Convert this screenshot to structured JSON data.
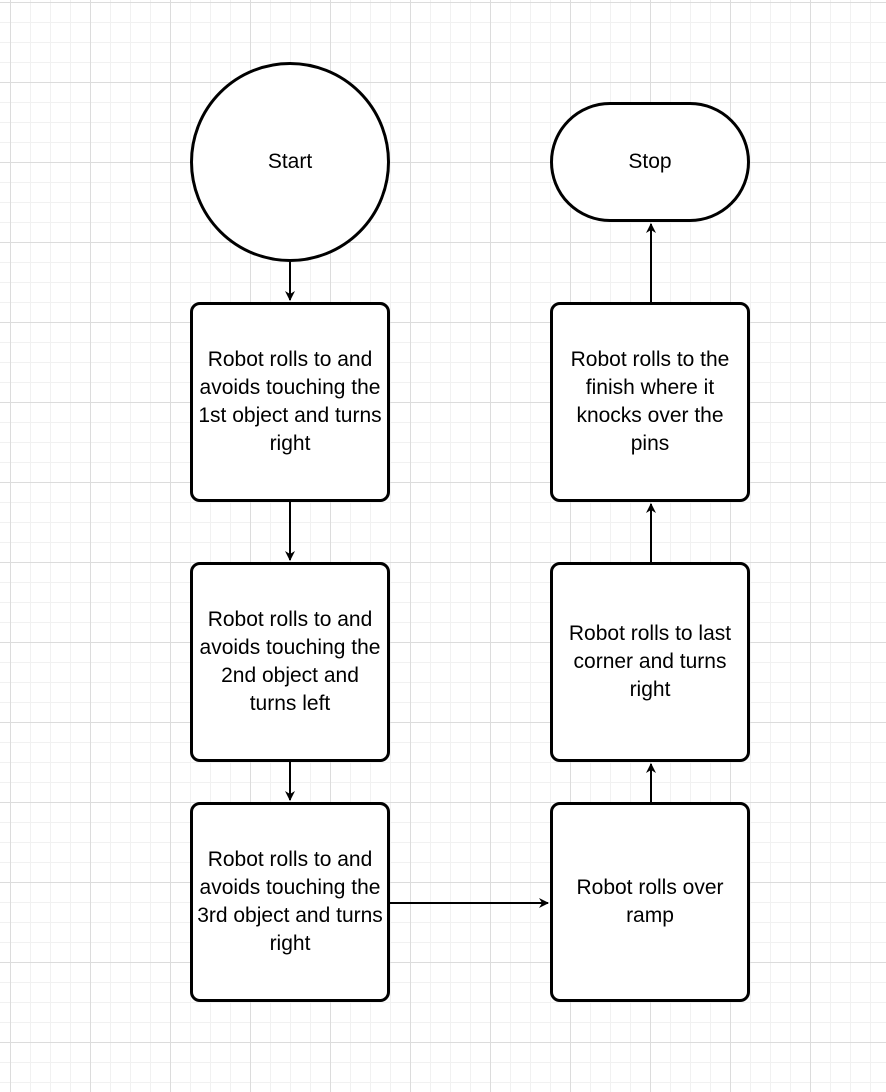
{
  "diagram": {
    "start": "Start",
    "stop": "Stop",
    "steps": [
      "Robot rolls to and avoids touching the 1st object and turns right",
      "Robot rolls to and avoids touching the 2nd object and turns left",
      "Robot rolls to and avoids touching the 3rd object and turns right",
      "Robot rolls over ramp",
      "Robot rolls to last corner and turns right",
      "Robot rolls to the finish where it knocks over the pins"
    ]
  },
  "colors": {
    "stroke": "#000000",
    "grid_major": "#dcdcdc",
    "grid_minor": "#f1f1f1",
    "background": "#ffffff"
  }
}
